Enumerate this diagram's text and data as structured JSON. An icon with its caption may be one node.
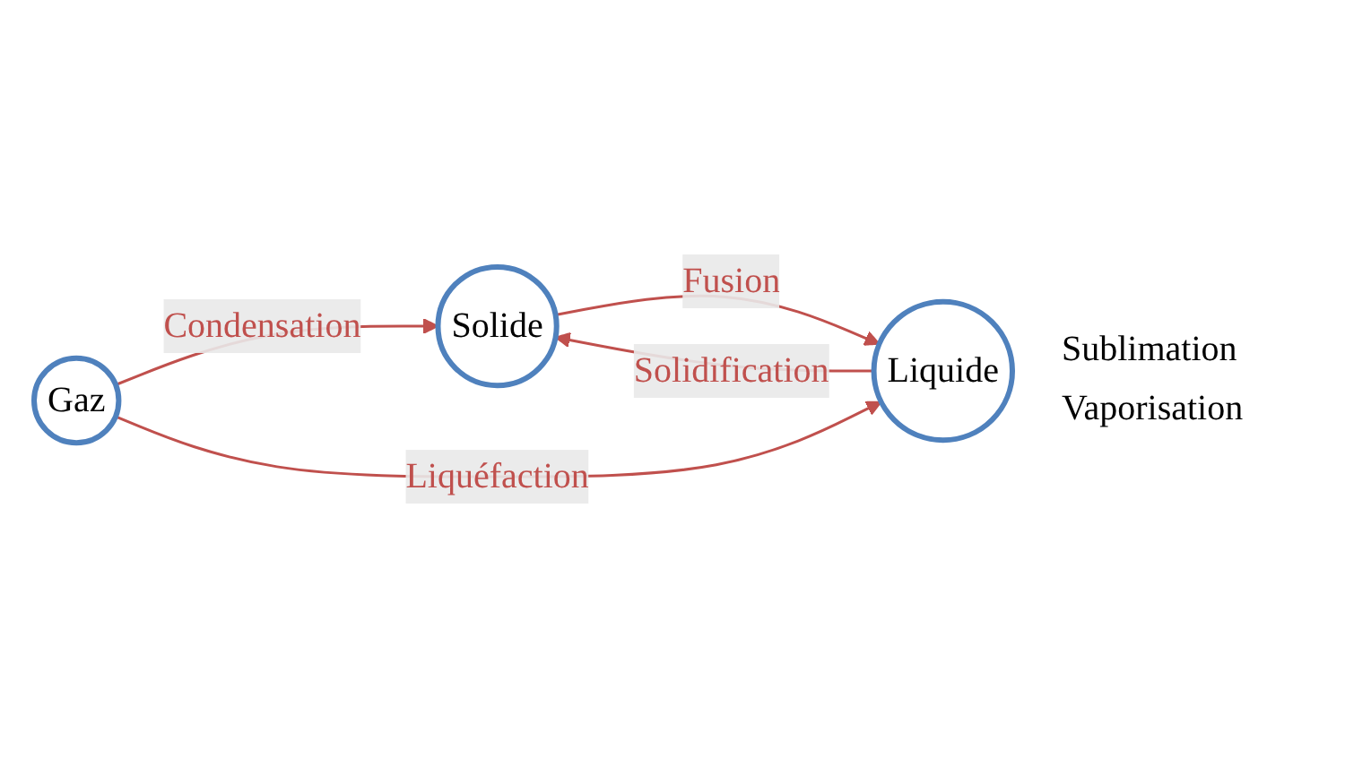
{
  "diagram": {
    "nodes": [
      {
        "text": [
          "Solide"
        ]
      },
      {
        "text": [
          "Liquide"
        ]
      },
      {
        "text": [
          "Gaz"
        ]
      }
    ],
    "edges": [
      {
        "from": 0,
        "to": 1,
        "arrow": "to",
        "label": "Fusion"
      },
      {
        "from": 1,
        "to": 0,
        "arrow": "to",
        "label": "Solidification"
      },
      {
        "from": 2,
        "to": 0,
        "arrow": "to",
        "label": "Condensation"
      },
      {
        "from": 2,
        "to": 1,
        "arrow": "to",
        "label": "Liquéfaction"
      }
    ],
    "labels": [
      "Sublimation",
      "Vaporisation"
    ]
  }
}
